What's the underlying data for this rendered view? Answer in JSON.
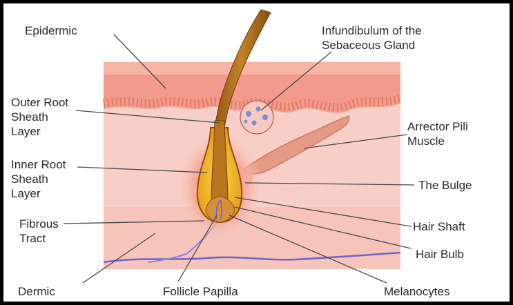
{
  "diagram": {
    "labels": {
      "epidermic": [
        "Epidermic"
      ],
      "infundibulum": [
        "Infundibulum of the",
        "Sebaceous Gland"
      ],
      "outer_root_sheath": [
        "Outer Root",
        "Sheath",
        "Layer"
      ],
      "arrector_pili": [
        "Arrector Pili",
        "Muscle"
      ],
      "inner_root_sheath": [
        "Inner Root",
        "Sheath",
        "Layer"
      ],
      "bulge": [
        "The Bulge"
      ],
      "fibrous_tract": [
        "Fibrous",
        "Tract"
      ],
      "hair_shaft": [
        "Hair Shaft"
      ],
      "hair_bulb": [
        "Hair Bulb"
      ],
      "dermic": [
        "Dermic"
      ],
      "follicle_papilla": [
        "Follicle Papilla"
      ],
      "melanocytes": [
        "Melanocytes"
      ]
    },
    "colors": {
      "epidermis": "#f29a8c",
      "epidermis_dark": "#e77b6e",
      "dermis": "#f8cfc6",
      "hair": "#b8741e",
      "hair_dark": "#8a4e10",
      "bulb": "#f2b323",
      "muscle": "#e69a86",
      "vessel": "#6d62c9",
      "leader": "#4a4a4a"
    }
  }
}
